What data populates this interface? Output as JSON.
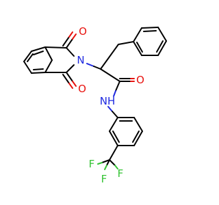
{
  "atoms": {
    "o_top": {
      "text": "O",
      "color": "#e8130f"
    },
    "o_bottom": {
      "text": "O",
      "color": "#e8130f"
    },
    "n_imide": {
      "text": "N",
      "color": "#1d28e0"
    },
    "o_amide": {
      "text": "O",
      "color": "#e8130f"
    },
    "nh_amide": {
      "text": "NH",
      "color": "#1d28e0"
    },
    "f_top": {
      "text": "F",
      "color": "#34c334"
    },
    "f_left": {
      "text": "F",
      "color": "#34c334"
    },
    "f_right": {
      "text": "F",
      "color": "#34c334"
    }
  }
}
